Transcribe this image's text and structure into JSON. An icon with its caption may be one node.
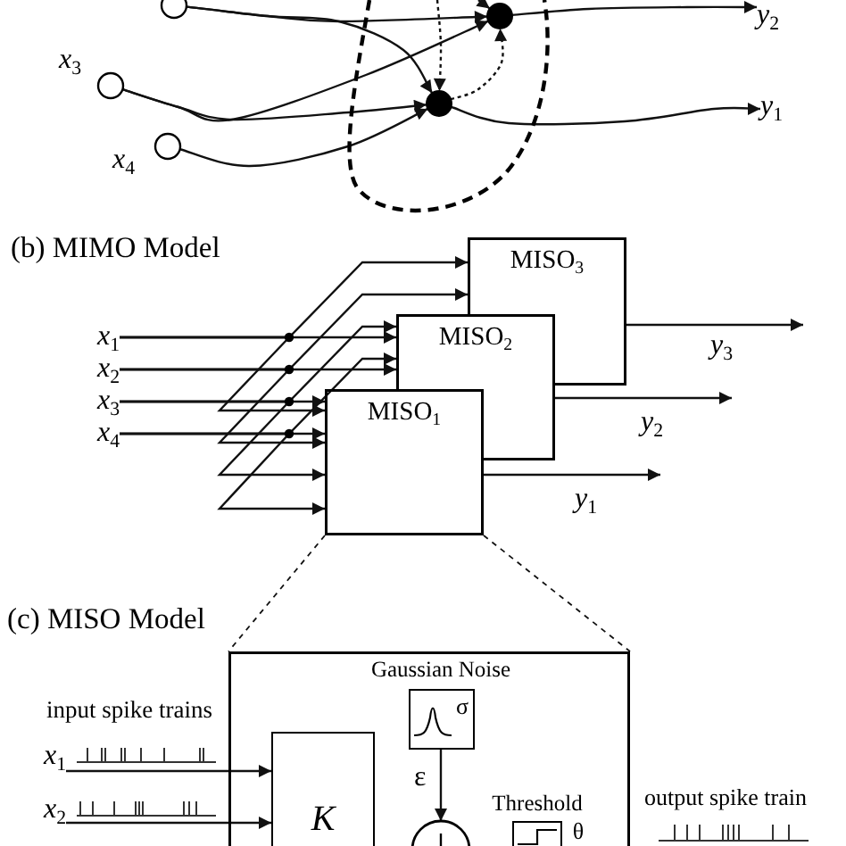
{
  "diagram": {
    "nodes": [
      {
        "text": [],
        "shape": "circle"
      },
      {
        "text": [
          "*x*$_{3}$"
        ]
      },
      {
        "text": [
          "*x*$_{4}$"
        ]
      },
      {
        "text": [],
        "shape": "oval"
      },
      {
        "text": [],
        "shape": "circle",
        "in": 3
      },
      {
        "text": [],
        "shape": "circle",
        "in": 3
      },
      {
        "text": [
          "*y*$_{2}$"
        ]
      },
      {
        "text": [
          "*y*$_{1}$"
        ]
      },
      {
        "text": [
          "*x*$_{1}$"
        ]
      },
      {
        "text": [
          "*x*$_{2}$"
        ]
      },
      {
        "text": [
          "*x*$_{3}$"
        ]
      },
      {
        "text": [
          "*x*$_{4}$"
        ]
      },
      {
        "text": [
          "MISO$_{3}$"
        ]
      },
      {
        "text": [
          "MISO$_{2}$"
        ]
      },
      {
        "text": [
          "MISO$_{1}$"
        ]
      },
      {
        "text": [],
        "shape": "box"
      },
      {
        "text": [
          "Gaussian Noise",
          "σ"
        ],
        "in": 15
      },
      {
        "text": [
          "*x*$_{1}$"
        ]
      },
      {
        "text": [
          "*x*$_{2}$"
        ]
      },
      {
        "text": [
          "K"
        ],
        "in": 15
      },
      {
        "text": [],
        "shape": "circle",
        "in": 15
      },
      {
        "text": [
          "Threshold",
          "θ"
        ],
        "in": 15
      }
    ],
    "edges": [
      {
        "from": 0,
        "to": 4,
        "arrow": "to"
      },
      {
        "from": 0,
        "to": 5,
        "arrow": "to"
      },
      {
        "from": 1,
        "to": 4,
        "arrow": "to"
      },
      {
        "from": 1,
        "to": 5,
        "arrow": "to"
      },
      {
        "from": 2,
        "to": 5,
        "arrow": "to"
      },
      {
        "from": 4,
        "to": 6,
        "arrow": "to"
      },
      {
        "from": 5,
        "to": 7,
        "arrow": "to"
      },
      {
        "from": 5,
        "to": 4,
        "arrow": "to",
        "style": "dashed"
      },
      {
        "from": null,
        "to": 5,
        "arrow": "to",
        "style": "dashed"
      },
      {
        "from": null,
        "to": 4,
        "arrow": "to"
      },
      {
        "from": 8,
        "to": 13,
        "arrow": "to"
      },
      {
        "from": 8,
        "to": 12,
        "arrow": "to"
      },
      {
        "from": 8,
        "to": 14,
        "arrow": "to"
      },
      {
        "from": 9,
        "to": 13,
        "arrow": "to"
      },
      {
        "from": 9,
        "to": 12,
        "arrow": "to"
      },
      {
        "from": 9,
        "to": 14,
        "arrow": "to"
      },
      {
        "from": 10,
        "to": 14,
        "arrow": "to"
      },
      {
        "from": 10,
        "to": 13,
        "arrow": "to"
      },
      {
        "from": 10,
        "to": 14,
        "arrow": "to"
      },
      {
        "from": 11,
        "to": 14,
        "arrow": "to"
      },
      {
        "from": 11,
        "to": 13,
        "arrow": "to"
      },
      {
        "from": 11,
        "to": 14,
        "arrow": "to"
      },
      {
        "from": 12,
        "to": null,
        "arrow": "to",
        "label": "*y*$_{3}$"
      },
      {
        "from": 13,
        "to": null,
        "arrow": "to",
        "label": "*y*$_{2}$"
      },
      {
        "from": 14,
        "to": null,
        "arrow": "to",
        "label": "*y*$_{1}$"
      },
      {
        "from": 14,
        "to": 15,
        "arrow": "none",
        "style": "dashed"
      },
      {
        "from": 14,
        "to": 15,
        "arrow": "none",
        "style": "dashed"
      },
      {
        "from": 17,
        "to": 19,
        "arrow": "to"
      },
      {
        "from": 18,
        "to": 19,
        "arrow": "to"
      },
      {
        "from": 16,
        "to": 20,
        "arrow": "to",
        "label": "ε"
      }
    ],
    "labels": [
      "(b) MIMO Model",
      "(c) MISO Model",
      "input spike trains",
      "output spike train"
    ]
  }
}
